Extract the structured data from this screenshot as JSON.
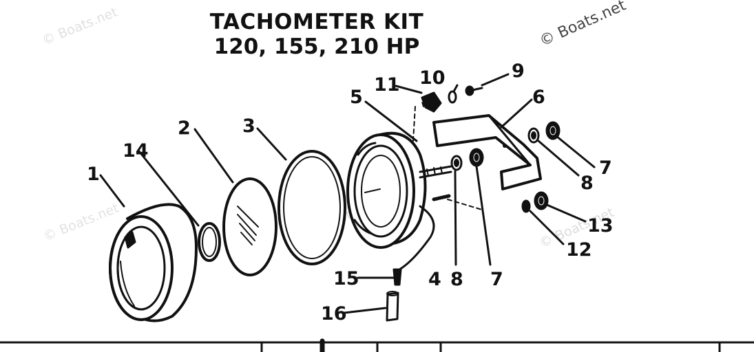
{
  "title": {
    "line1": "TACHOMETER KIT",
    "line2": "120, 155, 210 HP"
  },
  "watermark": "© Boats.net",
  "callouts": [
    "1",
    "2",
    "3",
    "4",
    "5",
    "6",
    "7",
    "8",
    "9",
    "10",
    "11",
    "12",
    "13",
    "14",
    "15",
    "16"
  ],
  "colors": {
    "ink": "#111111",
    "paper": "#ffffff"
  }
}
